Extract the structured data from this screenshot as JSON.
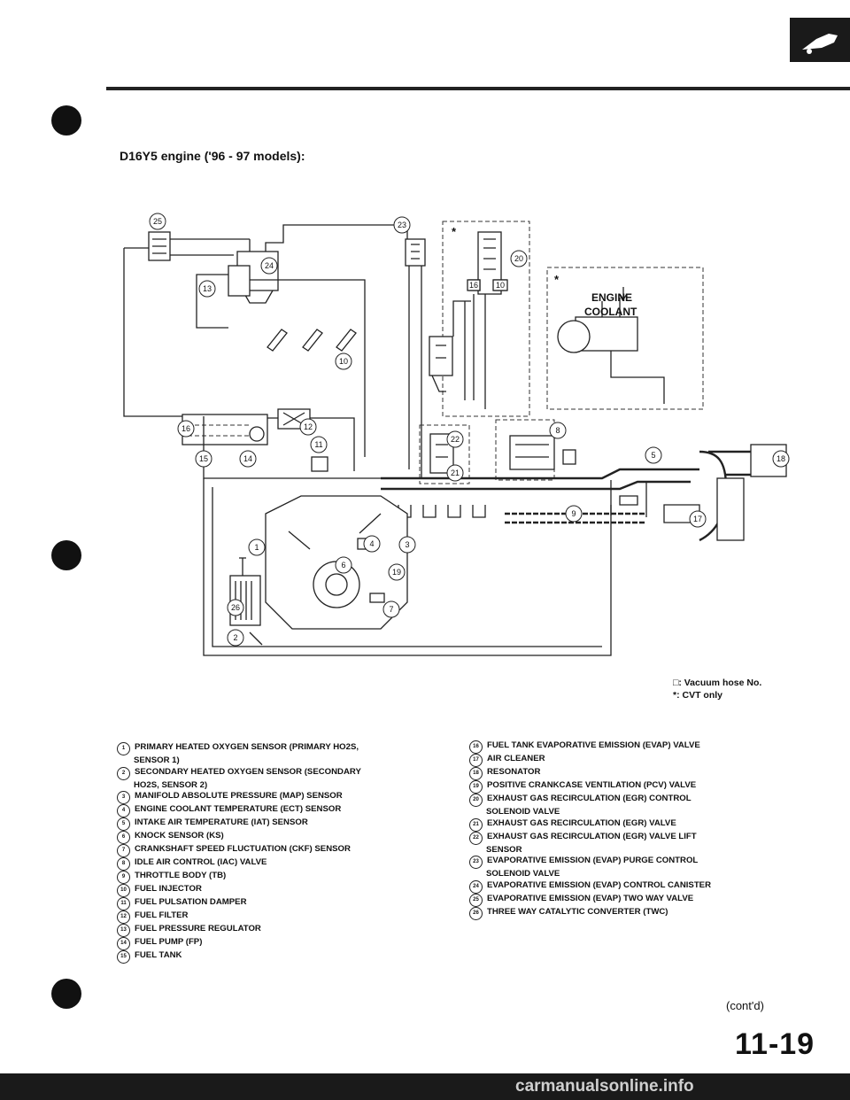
{
  "heading": "D16Y5 engine ('96 - 97 models):",
  "diagram": {
    "engine_coolant_label": [
      "ENGINE",
      "COOLANT"
    ],
    "star": "*",
    "callouts": [
      "1",
      "2",
      "3",
      "4",
      "5",
      "6",
      "7",
      "8",
      "9",
      "10",
      "11",
      "12",
      "13",
      "14",
      "15",
      "16",
      "17",
      "18",
      "19",
      "20",
      "21",
      "22",
      "23",
      "24",
      "25",
      "26"
    ],
    "hose_numbers": [
      "10",
      "16"
    ]
  },
  "notes": {
    "vacuum_hose": "□: Vacuum hose No.",
    "cvt_only": "*: CVT only"
  },
  "legend_left": [
    {
      "n": "1",
      "text": [
        "PRIMARY HEATED OXYGEN SENSOR (PRIMARY HO2S,",
        "SENSOR 1)"
      ]
    },
    {
      "n": "2",
      "text": [
        "SECONDARY HEATED OXYGEN SENSOR (SECONDARY",
        "HO2S, SENSOR 2)"
      ]
    },
    {
      "n": "3",
      "text": [
        "MANIFOLD ABSOLUTE PRESSURE (MAP) SENSOR"
      ]
    },
    {
      "n": "4",
      "text": [
        "ENGINE COOLANT TEMPERATURE (ECT) SENSOR"
      ]
    },
    {
      "n": "5",
      "text": [
        "INTAKE AIR TEMPERATURE (IAT) SENSOR"
      ]
    },
    {
      "n": "6",
      "text": [
        "KNOCK SENSOR (KS)"
      ]
    },
    {
      "n": "7",
      "text": [
        "CRANKSHAFT SPEED FLUCTUATION (CKF) SENSOR"
      ]
    },
    {
      "n": "8",
      "text": [
        "IDLE AIR CONTROL (IAC) VALVE"
      ]
    },
    {
      "n": "9",
      "text": [
        "THROTTLE BODY (TB)"
      ]
    },
    {
      "n": "10",
      "text": [
        "FUEL INJECTOR"
      ]
    },
    {
      "n": "11",
      "text": [
        "FUEL PULSATION DAMPER"
      ]
    },
    {
      "n": "12",
      "text": [
        "FUEL FILTER"
      ]
    },
    {
      "n": "13",
      "text": [
        "FUEL PRESSURE REGULATOR"
      ]
    },
    {
      "n": "14",
      "text": [
        "FUEL PUMP (FP)"
      ]
    },
    {
      "n": "15",
      "text": [
        "FUEL TANK"
      ]
    }
  ],
  "legend_right": [
    {
      "n": "16",
      "text": [
        "FUEL TANK EVAPORATIVE EMISSION (EVAP) VALVE"
      ]
    },
    {
      "n": "17",
      "text": [
        "AIR CLEANER"
      ]
    },
    {
      "n": "18",
      "text": [
        "RESONATOR"
      ]
    },
    {
      "n": "19",
      "text": [
        "POSITIVE CRANKCASE VENTILATION (PCV) VALVE"
      ]
    },
    {
      "n": "20",
      "text": [
        "EXHAUST GAS RECIRCULATION (EGR) CONTROL",
        "SOLENOID VALVE"
      ]
    },
    {
      "n": "21",
      "text": [
        "EXHAUST GAS RECIRCULATION (EGR) VALVE"
      ]
    },
    {
      "n": "22",
      "text": [
        "EXHAUST GAS RECIRCULATION (EGR) VALVE LIFT",
        "SENSOR"
      ]
    },
    {
      "n": "23",
      "text": [
        "EVAPORATIVE EMISSION (EVAP) PURGE CONTROL",
        "SOLENOID VALVE"
      ]
    },
    {
      "n": "24",
      "text": [
        "EVAPORATIVE EMISSION (EVAP) CONTROL CANISTER"
      ]
    },
    {
      "n": "25",
      "text": [
        "EVAPORATIVE EMISSION (EVAP) TWO WAY VALVE"
      ]
    },
    {
      "n": "26",
      "text": [
        "THREE WAY CATALYTIC CONVERTER (TWC)"
      ]
    }
  ],
  "contd": "(cont'd)",
  "page_number": "11-19",
  "watermark": "carmanualsonline.info"
}
